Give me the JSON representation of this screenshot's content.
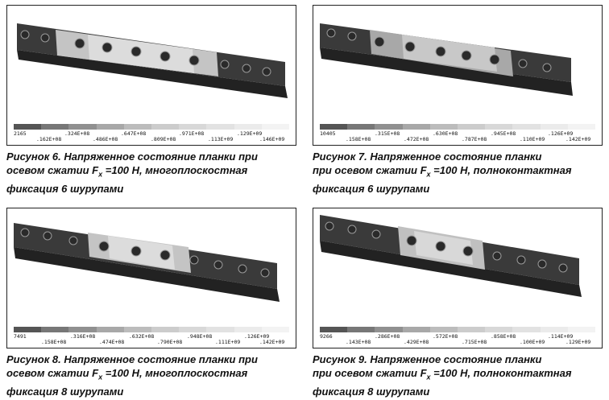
{
  "panels": [
    {
      "id": "fig6",
      "legend": {
        "row1": [
          "2165",
          ".324E+08",
          ".647E+08",
          ".971E+08",
          ".129E+09"
        ],
        "row2": [
          ".162E+08",
          ".486E+08",
          ".809E+08",
          ".113E+09",
          ".146E+09"
        ]
      },
      "caption": {
        "l1": "Рисунок 6. Напряженное состояние планки при",
        "l2a": "осевом сжатии F",
        "l2sub": "x",
        "l2b": " =100 Н, многоплоскостная",
        "l3": "фиксация 6 шурупами"
      }
    },
    {
      "id": "fig7",
      "legend": {
        "row1": [
          "10405",
          ".315E+08",
          ".630E+08",
          ".945E+08",
          ".126E+09"
        ],
        "row2": [
          ".158E+08",
          ".472E+08",
          ".787E+08",
          ".110E+09",
          ".142E+09"
        ]
      },
      "caption": {
        "l1": "Рисунок 7. Напряженное состояние планки",
        "l2a": "при осевом сжатии F",
        "l2sub": "x",
        "l2b": " =100 Н, полноконтактная",
        "l3": "фиксация 6 шурупами"
      }
    },
    {
      "id": "fig8",
      "legend": {
        "row1": [
          "7491",
          ".316E+08",
          ".632E+08",
          ".948E+08",
          ".126E+09"
        ],
        "row2": [
          ".158E+08",
          ".474E+08",
          ".790E+08",
          ".111E+09",
          ".142E+09"
        ]
      },
      "caption": {
        "l1": "Рисунок 8. Напряженное состояние планки при",
        "l2a": "осевом сжатии F",
        "l2sub": "x",
        "l2b": " =100 Н, многоплоскостная",
        "l3": "фиксация 8 шурупами"
      }
    },
    {
      "id": "fig9",
      "legend": {
        "row1": [
          "9266",
          ".286E+08",
          ".572E+08",
          ".858E+08",
          ".114E+09"
        ],
        "row2": [
          ".143E+08",
          ".429E+08",
          ".715E+08",
          ".100E+09",
          ".129E+09"
        ]
      },
      "caption": {
        "l1": "Рисунок 9. Напряженное состояние планки",
        "l2a": "при осевом сжатии F",
        "l2sub": "x",
        "l2b": " =100 Н, полноконтактная",
        "l3": "фиксация 8 шурупами"
      }
    }
  ],
  "colors": {
    "plank_dark": "#3a3a3a",
    "plank_mid": "#8a8a8a",
    "plank_light": "#c8c8c8",
    "legend_scale": [
      "#555555",
      "#777777",
      "#909090",
      "#a8a8a8",
      "#bcbcbc",
      "#cccccc",
      "#d8d8d8",
      "#e2e2e2",
      "#ebebeb",
      "#f3f3f3"
    ]
  }
}
